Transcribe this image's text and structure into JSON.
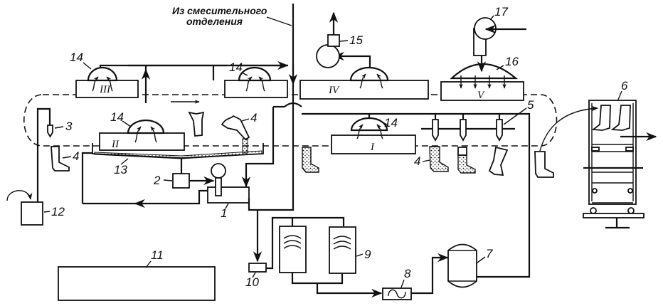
{
  "diagram": {
    "caption_line1": "Из смесительного",
    "caption_line2": "отделения",
    "stations": {
      "s1": "I",
      "s2": "II",
      "s3": "III",
      "s4": "IV",
      "s5": "V"
    },
    "labels": {
      "n1": "1",
      "n2": "2",
      "n3": "3",
      "n4a": "4",
      "n4b": "4",
      "n4c": "4",
      "n5": "5",
      "n6": "6",
      "n7": "7",
      "n8": "8",
      "n9": "9",
      "n10": "10",
      "n11": "11",
      "n12": "12",
      "n13": "13",
      "n14a": "14",
      "n14b": "14",
      "n14c": "14",
      "n14d": "14",
      "n15": "15",
      "n16": "16",
      "n17": "17"
    }
  }
}
